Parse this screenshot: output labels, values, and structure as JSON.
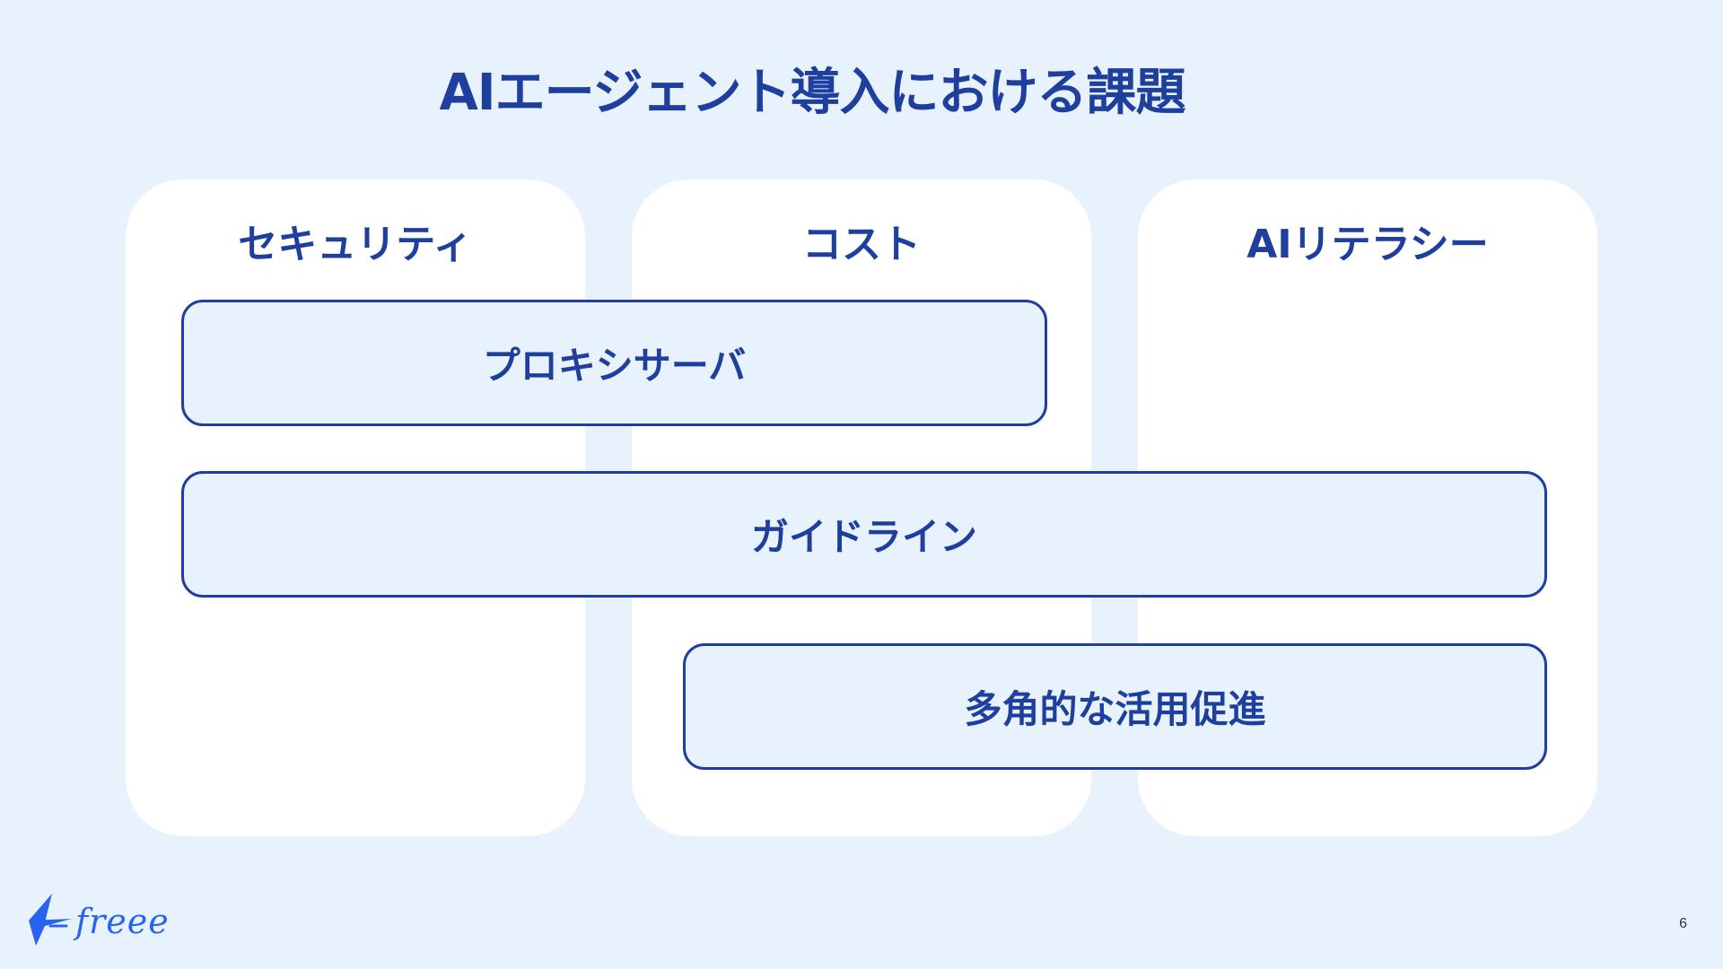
{
  "slide": {
    "title": "AIエージェント導入における課題",
    "page_number": "6"
  },
  "columns": [
    {
      "heading": "セキュリティ"
    },
    {
      "heading": "コスト"
    },
    {
      "heading": "AIリテラシー"
    }
  ],
  "solutions": {
    "proxy": "プロキシサーバ",
    "guideline": "ガイドライン",
    "promotion": "多角的な活用促進"
  },
  "brand": {
    "logo_text": "freee",
    "logo_icon": "bird-icon",
    "primary_color": "#1E3F9E",
    "accent_color": "#2864F0",
    "background_color": "#E8F2FD"
  }
}
